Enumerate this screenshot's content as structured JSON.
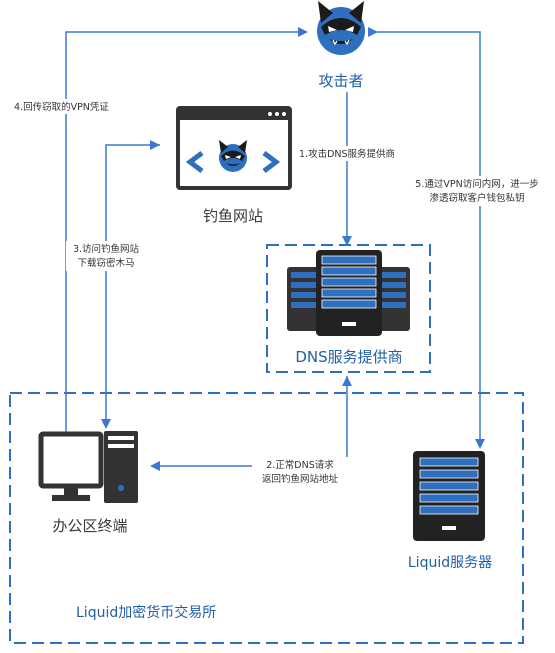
{
  "nodes": {
    "attacker": "攻击者",
    "phishing_site": "钓鱼网站",
    "dns_provider": "DNS服务提供商",
    "office_terminal": "办公区终端",
    "liquid_server": "Liquid服务器",
    "exchange_zone": "Liquid加密货币交易所"
  },
  "edges": {
    "step1": "1.攻击DNS服务提供商",
    "step2_line1": "2.正常DNS请求",
    "step2_line2": "返回钓鱼网站地址",
    "step3_line1": "3.访问钓鱼网站",
    "step3_line2": "下载窃密木马",
    "step4": "4.回传窃取的VPN凭证",
    "step5_line1": "5.通过VPN访问内网，进一步",
    "step5_line2": "渗透窃取客户钱包私钥"
  },
  "colors": {
    "accent": "#2f6fc0",
    "arrow": "#4a7fd0",
    "dark": "#333333",
    "dashed_border": "#2f6fc0"
  },
  "icons": {
    "attacker": "cat-mascot-icon",
    "phishing_site": "browser-window-icon",
    "dns_provider": "server-cluster-icon",
    "office_terminal": "desktop-computer-icon",
    "liquid_server": "server-rack-icon"
  }
}
